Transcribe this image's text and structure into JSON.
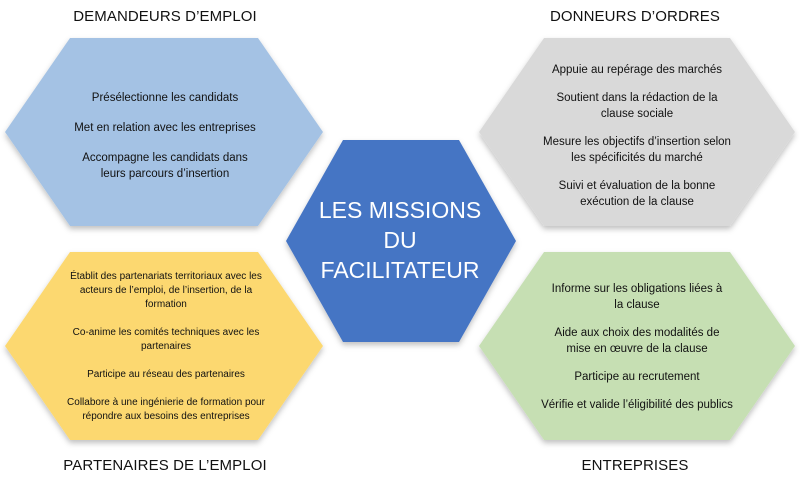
{
  "colors": {
    "top_left_fill": "#a4c2e4",
    "top_right_fill": "#d9d9d9",
    "bottom_left_fill": "#fcd86f",
    "bottom_right_fill": "#c6dfb3",
    "center_fill": "#4474c4"
  },
  "center": {
    "lines": [
      "LES MISSIONS",
      "DU",
      "FACILITATEUR"
    ]
  },
  "sections": {
    "demandeurs": {
      "title": "DEMANDEURS D’EMPLOI",
      "items": [
        "Présélectionne les candidats",
        "Met en relation avec les entreprises",
        "Accompagne les candidats dans leurs parcours d’insertion"
      ]
    },
    "donneurs": {
      "title": "DONNEURS D’ORDRES",
      "items": [
        "Appuie au repérage des marchés",
        "Soutient dans la rédaction de la clause sociale",
        "Mesure les objectifs d’insertion selon les spécificités du marché",
        "Suivi et évaluation de la bonne exécution de la clause"
      ]
    },
    "partenaires": {
      "title": "PARTENAIRES DE L’EMPLOI",
      "items": [
        "Établit des partenariats territoriaux avec les acteurs de l’emploi, de l’insertion, de la formation",
        "Co-anime les comités techniques avec les partenaires",
        "Participe au réseau des partenaires",
        "Collabore à une ingénierie de formation pour répondre aux besoins des entreprises"
      ]
    },
    "entreprises": {
      "title": "ENTREPRISES",
      "items": [
        "Informe sur les obligations liées à la clause",
        "Aide aux choix des modalités de mise en œuvre de la clause",
        "Participe au recrutement",
        "Vérifie et valide l’éligibilité des publics"
      ]
    }
  }
}
